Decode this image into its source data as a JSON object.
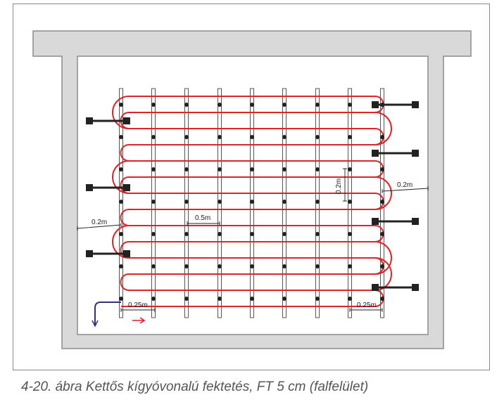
{
  "caption": "4-20. ábra Kettős kígyóvonalú fektetés, FT 5 cm (falfelület)",
  "dimensions": {
    "left_gap": "0.2m",
    "right_gap": "0.2m",
    "mid_spacing": "0.5m",
    "vertical_spacing": "0.2m",
    "bottom_left": "0.25m",
    "bottom_right": "0.25m"
  },
  "colors": {
    "pipe": "#d9262b",
    "wall": "#d9d9d9",
    "wall_edge": "#8c8c8c",
    "rail": "#555555",
    "clip": "#222222",
    "supply_arrow": "#3b2e78",
    "flow_arrow": "#d9262b"
  }
}
